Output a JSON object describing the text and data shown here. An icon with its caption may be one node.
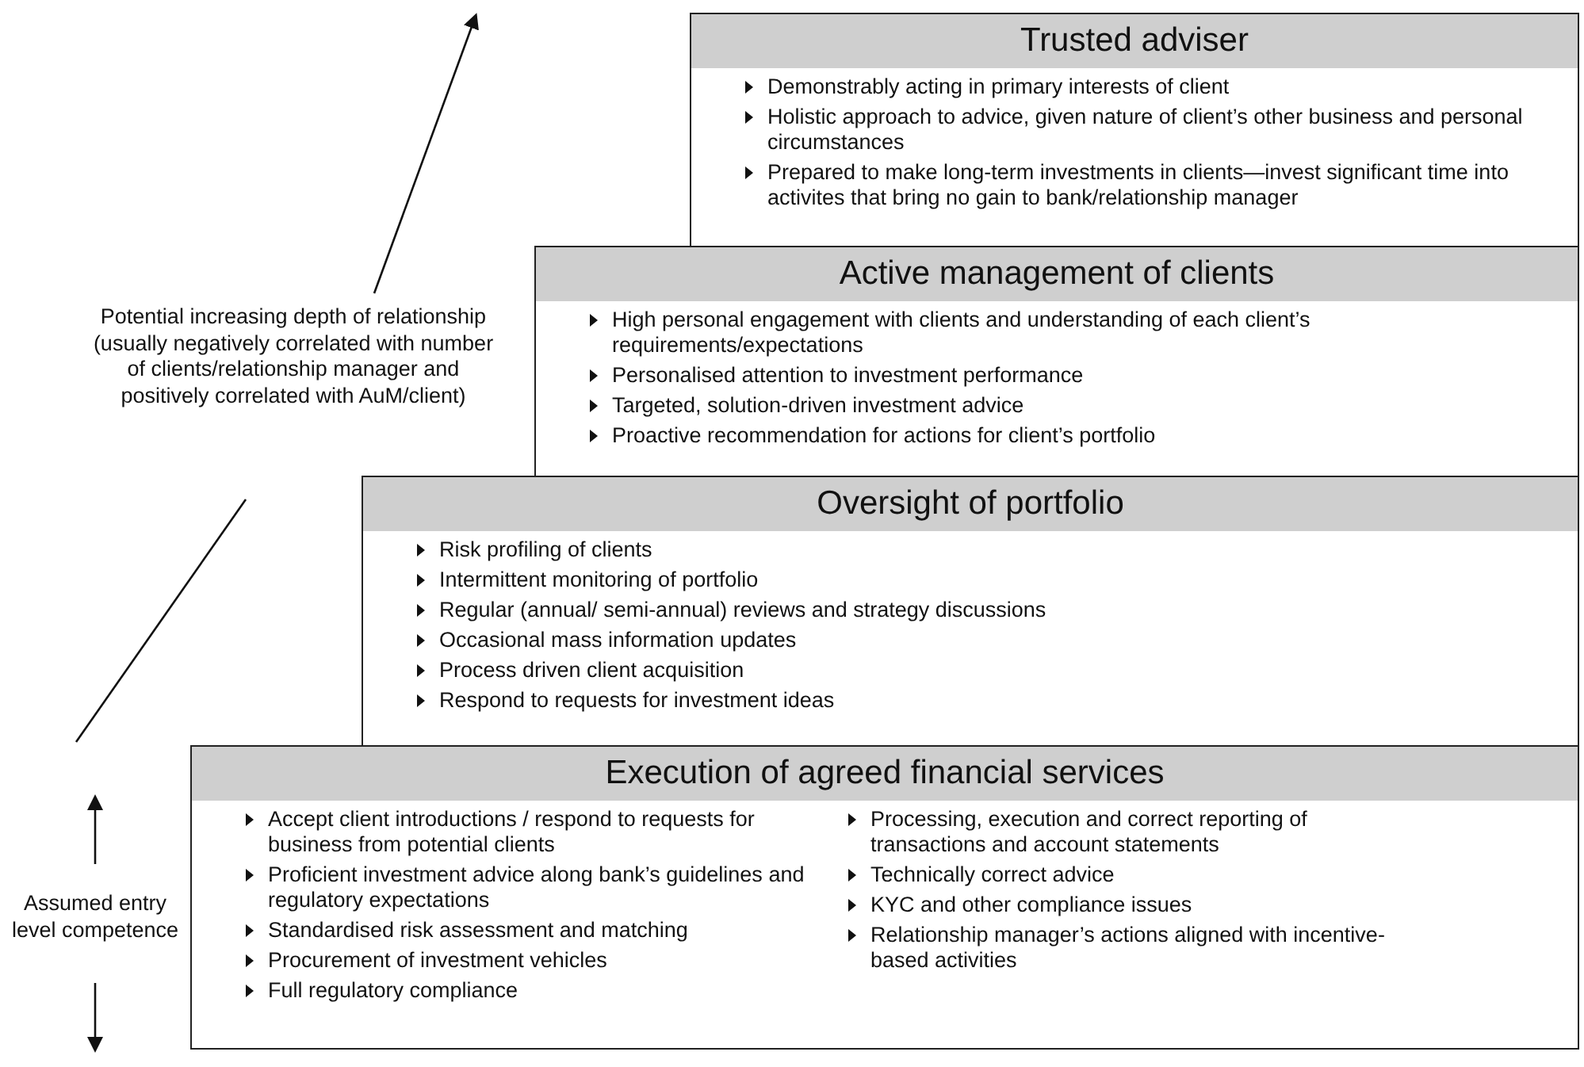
{
  "diagram": {
    "nodes": [
      {
        "text": [
          "Trusted adviser",
          "Demonstrably acting in primary interests of client",
          "Holistic approach to advice, given nature of client’s other business and personal circumstances",
          "Prepared to make long-term investments in clients—invest significant time into activites that bring no gain to bank/relationship manager"
        ]
      },
      {
        "text": [
          "Active management of clients",
          "High personal engagement with clients and understanding of each client’s requirements/expectations",
          "Personalised attention to investment performance",
          "Targeted, solution-driven investment advice",
          "Proactive recommendation for actions for client’s portfolio"
        ]
      },
      {
        "text": [
          "Oversight of portfolio",
          "Risk profiling of clients",
          "Intermittent monitoring of portfolio",
          "Regular (annual/ semi-annual) reviews and strategy discussions",
          "Occasional mass information updates",
          "Process driven client acquisition",
          "Respond to requests for investment ideas"
        ]
      },
      {
        "text": [
          "Execution of agreed financial services",
          "Accept client introductions / respond to requests for business from potential clients",
          "Proficient investment advice along bank’s guidelines and regulatory expectations",
          "Standardised risk assessment and matching",
          "Procurement of investment vehicles",
          "Full regulatory compliance",
          "Processing, execution and correct reporting of transactions and account statements",
          "Technically correct advice",
          "KYC and other compliance issues",
          "Relationship manager’s actions aligned with incentive-based activities"
        ]
      }
    ],
    "labels": [
      "Potential increasing depth of relationship (usually negatively correlated with number of clients/relationship manager and positively correlated with AuM/client)",
      "Assumed entry level competence"
    ]
  }
}
